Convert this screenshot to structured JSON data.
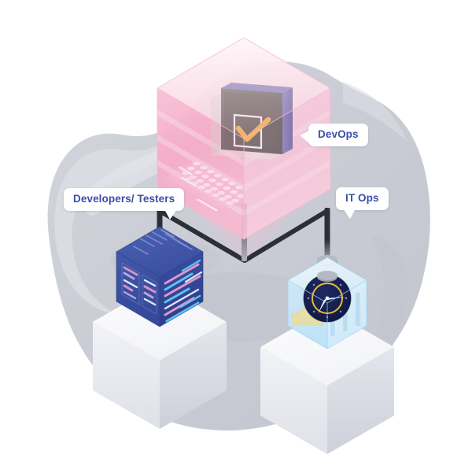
{
  "illustration": {
    "title": "DevOps collaboration isometric illustration",
    "background_color": "#ffffff",
    "blob_color": "#ccced6",
    "blob_highlight_color": "#d9dbe2"
  },
  "callouts": [
    {
      "id": "devops",
      "label": "DevOps",
      "text_color": "#3a4fa8",
      "background_color": "#ffffff",
      "tail_direction": "left"
    },
    {
      "id": "developers",
      "label": "Developers/ Testers",
      "text_color": "#3a4fa8",
      "background_color": "#ffffff",
      "tail_direction": "down-right"
    },
    {
      "id": "itops",
      "label": "IT Ops",
      "text_color": "#3a4fa8",
      "background_color": "#ffffff",
      "tail_direction": "down-left"
    }
  ],
  "nodes": [
    {
      "id": "devops-cube",
      "name": "DevOps translucent pink cube",
      "top_color": "#fbdce6",
      "left_color": "#f4a6c1",
      "right_color": "#f7c3d5",
      "contents": [
        "monitor-screen",
        "checkmark",
        "keyboard"
      ]
    },
    {
      "id": "developers-cube",
      "name": "Developers and Testers blue code cube",
      "top_color": "#4156a6",
      "left_color": "#3f55a4",
      "right_color": "#33459a",
      "accent_code_colors": [
        "#e08fc2",
        "#59c6f0",
        "#b07fd0"
      ],
      "contents": [
        "code-lines",
        "antenna-pole"
      ]
    },
    {
      "id": "itops-cube",
      "name": "IT Ops light blue monitoring cube",
      "top_color": "#dff0fb",
      "left_color": "#bfe2f7",
      "right_color": "#cfe9f9",
      "contents": [
        "gauge-clock",
        "bar-chart",
        "antenna-pole"
      ]
    }
  ],
  "connector": {
    "name": "v-shaped connector line",
    "color": "#2b2f36",
    "shape": "v-link"
  },
  "pedestals": {
    "top_color": "#f4f5f8",
    "left_color": "#e4e6ec",
    "right_color": "#d5d8df"
  },
  "gauge": {
    "face_color": "#141d4a",
    "ring_color": "#e9b835",
    "hand_color": "#ffffff"
  },
  "screen": {
    "bezel_color": "#5a5aa0",
    "display_color": "#4a4b46",
    "check_color": "#f0a82c"
  }
}
